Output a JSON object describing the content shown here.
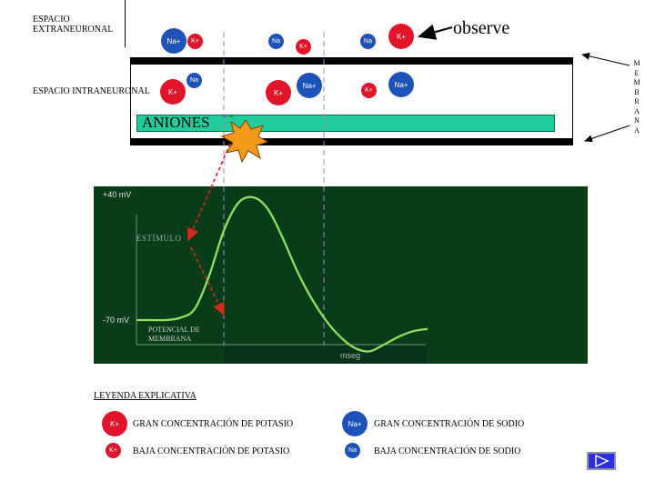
{
  "labels": {
    "extra": "ESPACIO EXTRANEURONAL",
    "intra": "ESPACIO INTRANEURONAL",
    "observe": "observe",
    "aniones": "ANIONES",
    "aniones_sign": "= =",
    "membrana": [
      "M",
      "E",
      "M",
      "B",
      "R",
      "A",
      "N",
      "A"
    ]
  },
  "ions": {
    "na_big": "Na+",
    "na_small": "Na",
    "k": "K+"
  },
  "chart_data": {
    "type": "line",
    "y_top_label": "+40 mV",
    "y_rest_label": "-70 mV",
    "stimulus_label": "ESTÍMULO",
    "rest_label": "POTENCIAL DE MEMBRANA",
    "xlabel": "mseg",
    "series": [
      {
        "x": [
          0,
          1,
          2,
          3,
          4,
          5,
          6,
          7,
          8,
          9,
          10,
          11,
          12,
          13,
          14,
          15,
          16,
          17,
          18,
          19,
          20
        ],
        "y": [
          -70,
          -70,
          -70,
          -68,
          -60,
          -30,
          10,
          35,
          40,
          30,
          5,
          -25,
          -50,
          -70,
          -85,
          -95,
          -98,
          -92,
          -85,
          -80,
          -78
        ]
      }
    ]
  },
  "legend": {
    "title": "LEYENDA EXPLICATIVA",
    "k_high": "GRAN CONCENTRACIÓN DE POTASIO",
    "k_low": "BAJA CONCENTRACIÓN DE POTASIO",
    "na_high": "GRAN CONCENTRACIÓN DE SODIO",
    "na_low": "BAJA CONCENTRACIÓN DE SODIO"
  },
  "colors": {
    "na": "#1d53b8",
    "k": "#e0152a",
    "aniones_bar": "#1fcc9a",
    "chart_bg": "#093d1a",
    "chart_line": "#8fe060",
    "arrow": "#d82a1a"
  }
}
